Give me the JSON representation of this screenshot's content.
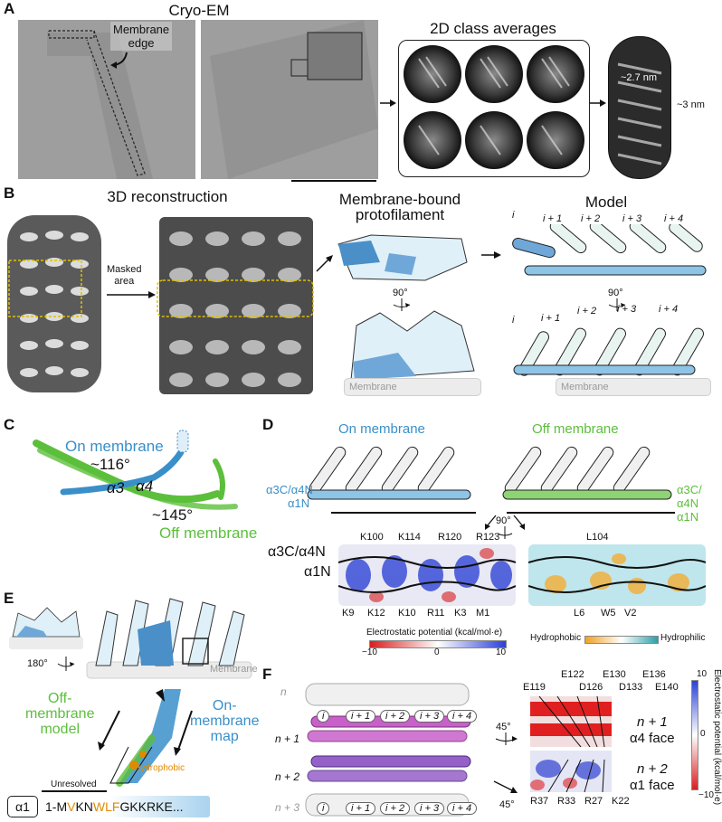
{
  "panel_labels": [
    "A",
    "B",
    "C",
    "D",
    "E",
    "F"
  ],
  "panelA": {
    "title": "Cryo-EM",
    "membrane_edge": [
      "Membrane",
      "edge"
    ],
    "class_avg_title": "2D class averages",
    "meas_1": "~2.7 nm",
    "meas_2": "~3 nm"
  },
  "panelB": {
    "title_3d": "3D reconstruction",
    "masked_area": [
      "Masked",
      "area"
    ],
    "membrane_bound": [
      "Membrane-bound",
      "protofilament"
    ],
    "model_title": "Model",
    "rot90": "90°",
    "membrane": "Membrane",
    "subunits": [
      "i",
      "i + 1",
      "i + 2",
      "i + 3",
      "i + 4"
    ]
  },
  "panelC": {
    "on_membrane": "On membrane",
    "angle_on": "~116°",
    "a3": "α3",
    "a4": "α4",
    "angle_off": "~145°",
    "off_membrane": "Off membrane"
  },
  "panelD": {
    "on_membrane": "On membrane",
    "off_membrane": "Off membrane",
    "left_side_labels": [
      "α3C/α4N",
      "α1N"
    ],
    "right_side_labels": [
      "α3C/α4N",
      "α1N"
    ],
    "rot90": "90°",
    "row_labels": [
      "α3C/α4N",
      "α1N"
    ],
    "residues_top_left": [
      "K100",
      "K114",
      "R120",
      "R123"
    ],
    "residues_bottom_left": [
      "K9",
      "K12",
      "K10",
      "R11",
      "K3",
      "M1"
    ],
    "residues_top_right": [
      "L104"
    ],
    "residues_bottom_right": [
      "L6",
      "W5",
      "V2"
    ],
    "es_title": "Electrostatic potential (kcal/mol·e)",
    "es_ticks": [
      "−10",
      "0",
      "10"
    ],
    "hydrophobic": "Hydrophobic",
    "hydrophilic": "Hydrophilic"
  },
  "panelE": {
    "rot180": "180°",
    "membrane": "Membrane",
    "off_model": [
      "Off-",
      "membrane",
      "model"
    ],
    "on_map": [
      "On-",
      "membrane",
      "map"
    ],
    "hydrophobic": "Hydrophobic",
    "unresolved": "Unresolved",
    "helix_tag": "α1",
    "seq_prefix": "1-M",
    "seq_v": "V",
    "seq_kn": "KN",
    "seq_wlf": "WLF",
    "seq_rest": "GKKRKE..."
  },
  "panelF": {
    "rows": [
      "n",
      "n + 1",
      "n + 2",
      "n + 3"
    ],
    "subunits": [
      "i",
      "i + 1",
      "i + 2",
      "i + 3",
      "i + 4"
    ],
    "rot45_top": "45°",
    "rot45_bottom": "45°",
    "residues_top": [
      "E122",
      "E130",
      "E136",
      "E119",
      "D126",
      "D133",
      "E140"
    ],
    "residues_bottom": [
      "R37",
      "R33",
      "R27",
      "K22"
    ],
    "face_top": [
      "n + 1",
      "α4 face"
    ],
    "face_bottom": [
      "n + 2",
      "α1 face"
    ],
    "es_title": "Electrostatic potential (kcal/mol·e)",
    "es_ticks": [
      "10",
      "0",
      "−10"
    ]
  },
  "colors": {
    "blue": "#3a8fc9",
    "green": "#5cbf3c",
    "orange": "#e08a00",
    "magenta": "#c760c9",
    "purple": "#9660c9",
    "grey": "#999999"
  }
}
